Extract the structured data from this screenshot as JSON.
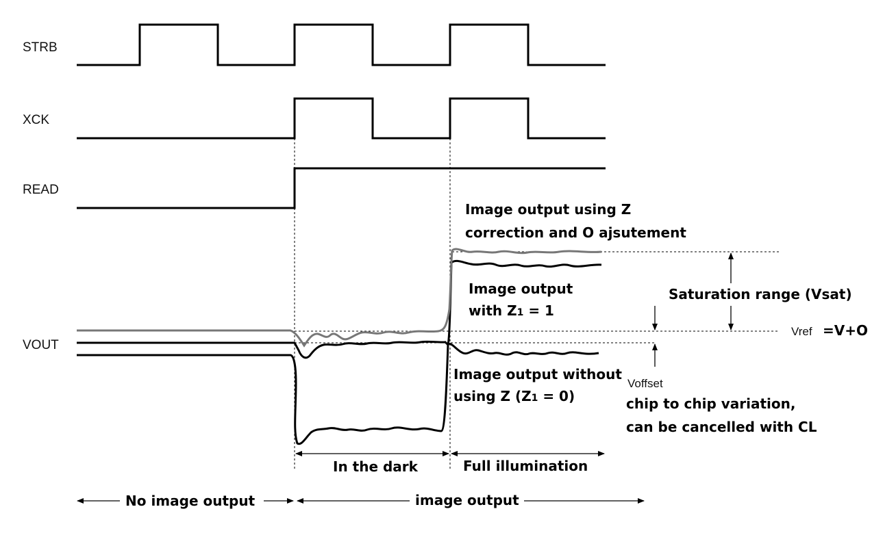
{
  "signals": {
    "strb": "STRB",
    "xck": "XCK",
    "read": "READ",
    "vout": "VOUT"
  },
  "annotations": {
    "z_correction_line1": "Image output using Z",
    "z_correction_line2": "correction and O ajsutement",
    "z1_line1": "Image output",
    "z1_line2_prefix": "with Z",
    "z1_line2_sub": "1",
    "z1_line2_suffix": " = 1",
    "noz_line1": "Image output without",
    "noz_line2_prefix": "using Z (Z",
    "noz_line2_sub": "1",
    "noz_line2_suffix": " = 0)",
    "saturation": "Saturation range (Vsat)",
    "vref_label": "Vref",
    "vref_value": "=V+O",
    "voffset": "Voffset",
    "chip_line1": "chip to chip variation,",
    "chip_line2": "can be cancelled with CL"
  },
  "periods": {
    "dark": "In the dark",
    "illumination": "Full illumination",
    "no_output": "No image output",
    "output": "image output"
  }
}
